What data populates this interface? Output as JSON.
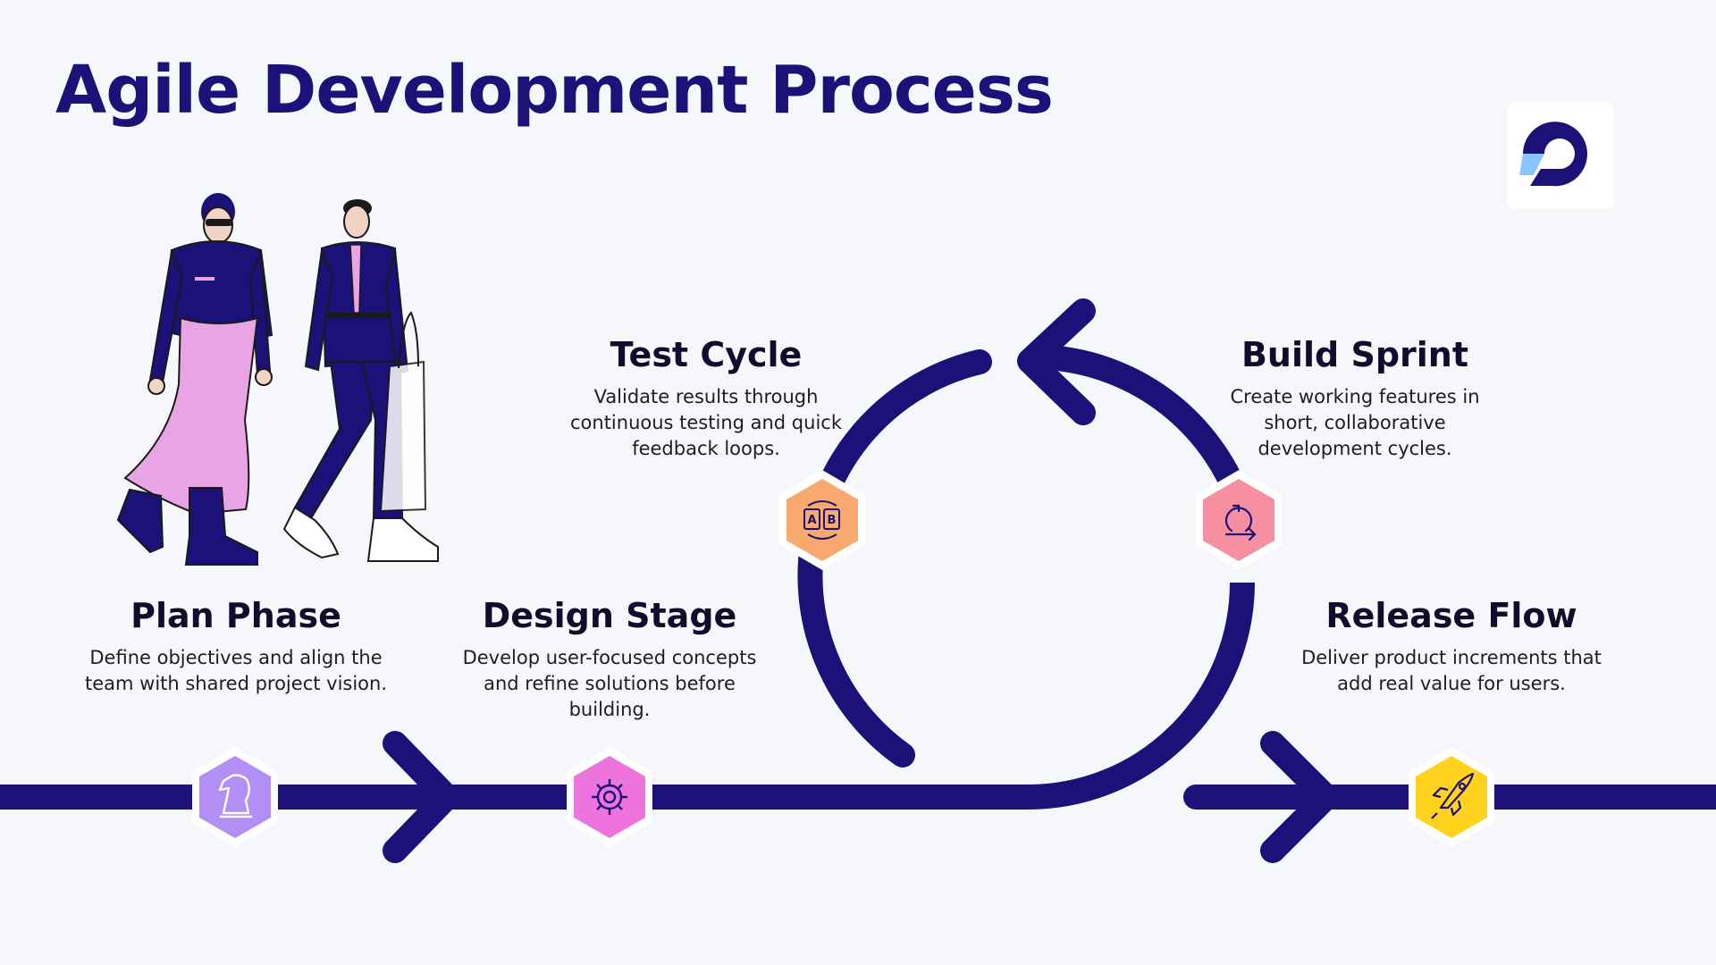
{
  "title": "Agile Development Process",
  "colors": {
    "primary": "#1b1178",
    "background": "#f6f7fb",
    "plan": "#b38ef5",
    "design": "#ee74dd",
    "test": "#f8a96d",
    "build": "#f68fa0",
    "release": "#ffd21e"
  },
  "stages": [
    {
      "id": "plan",
      "title": "Plan Phase",
      "description": "Define objectives and align the team with shared project vision.",
      "icon": "chess-knight-icon"
    },
    {
      "id": "design",
      "title": "Design Stage",
      "description": "Develop user-focused concepts and refine solutions before building.",
      "icon": "gear-icon"
    },
    {
      "id": "test",
      "title": "Test Cycle",
      "description": "Validate results through continuous testing and quick feedback loops.",
      "icon": "ab-test-icon"
    },
    {
      "id": "build",
      "title": "Build Sprint",
      "description": "Create working features in short, collaborative development cycles.",
      "icon": "sprint-loop-icon"
    },
    {
      "id": "release",
      "title": "Release Flow",
      "description": "Deliver product increments that add real value for users.",
      "icon": "rocket-icon"
    }
  ]
}
